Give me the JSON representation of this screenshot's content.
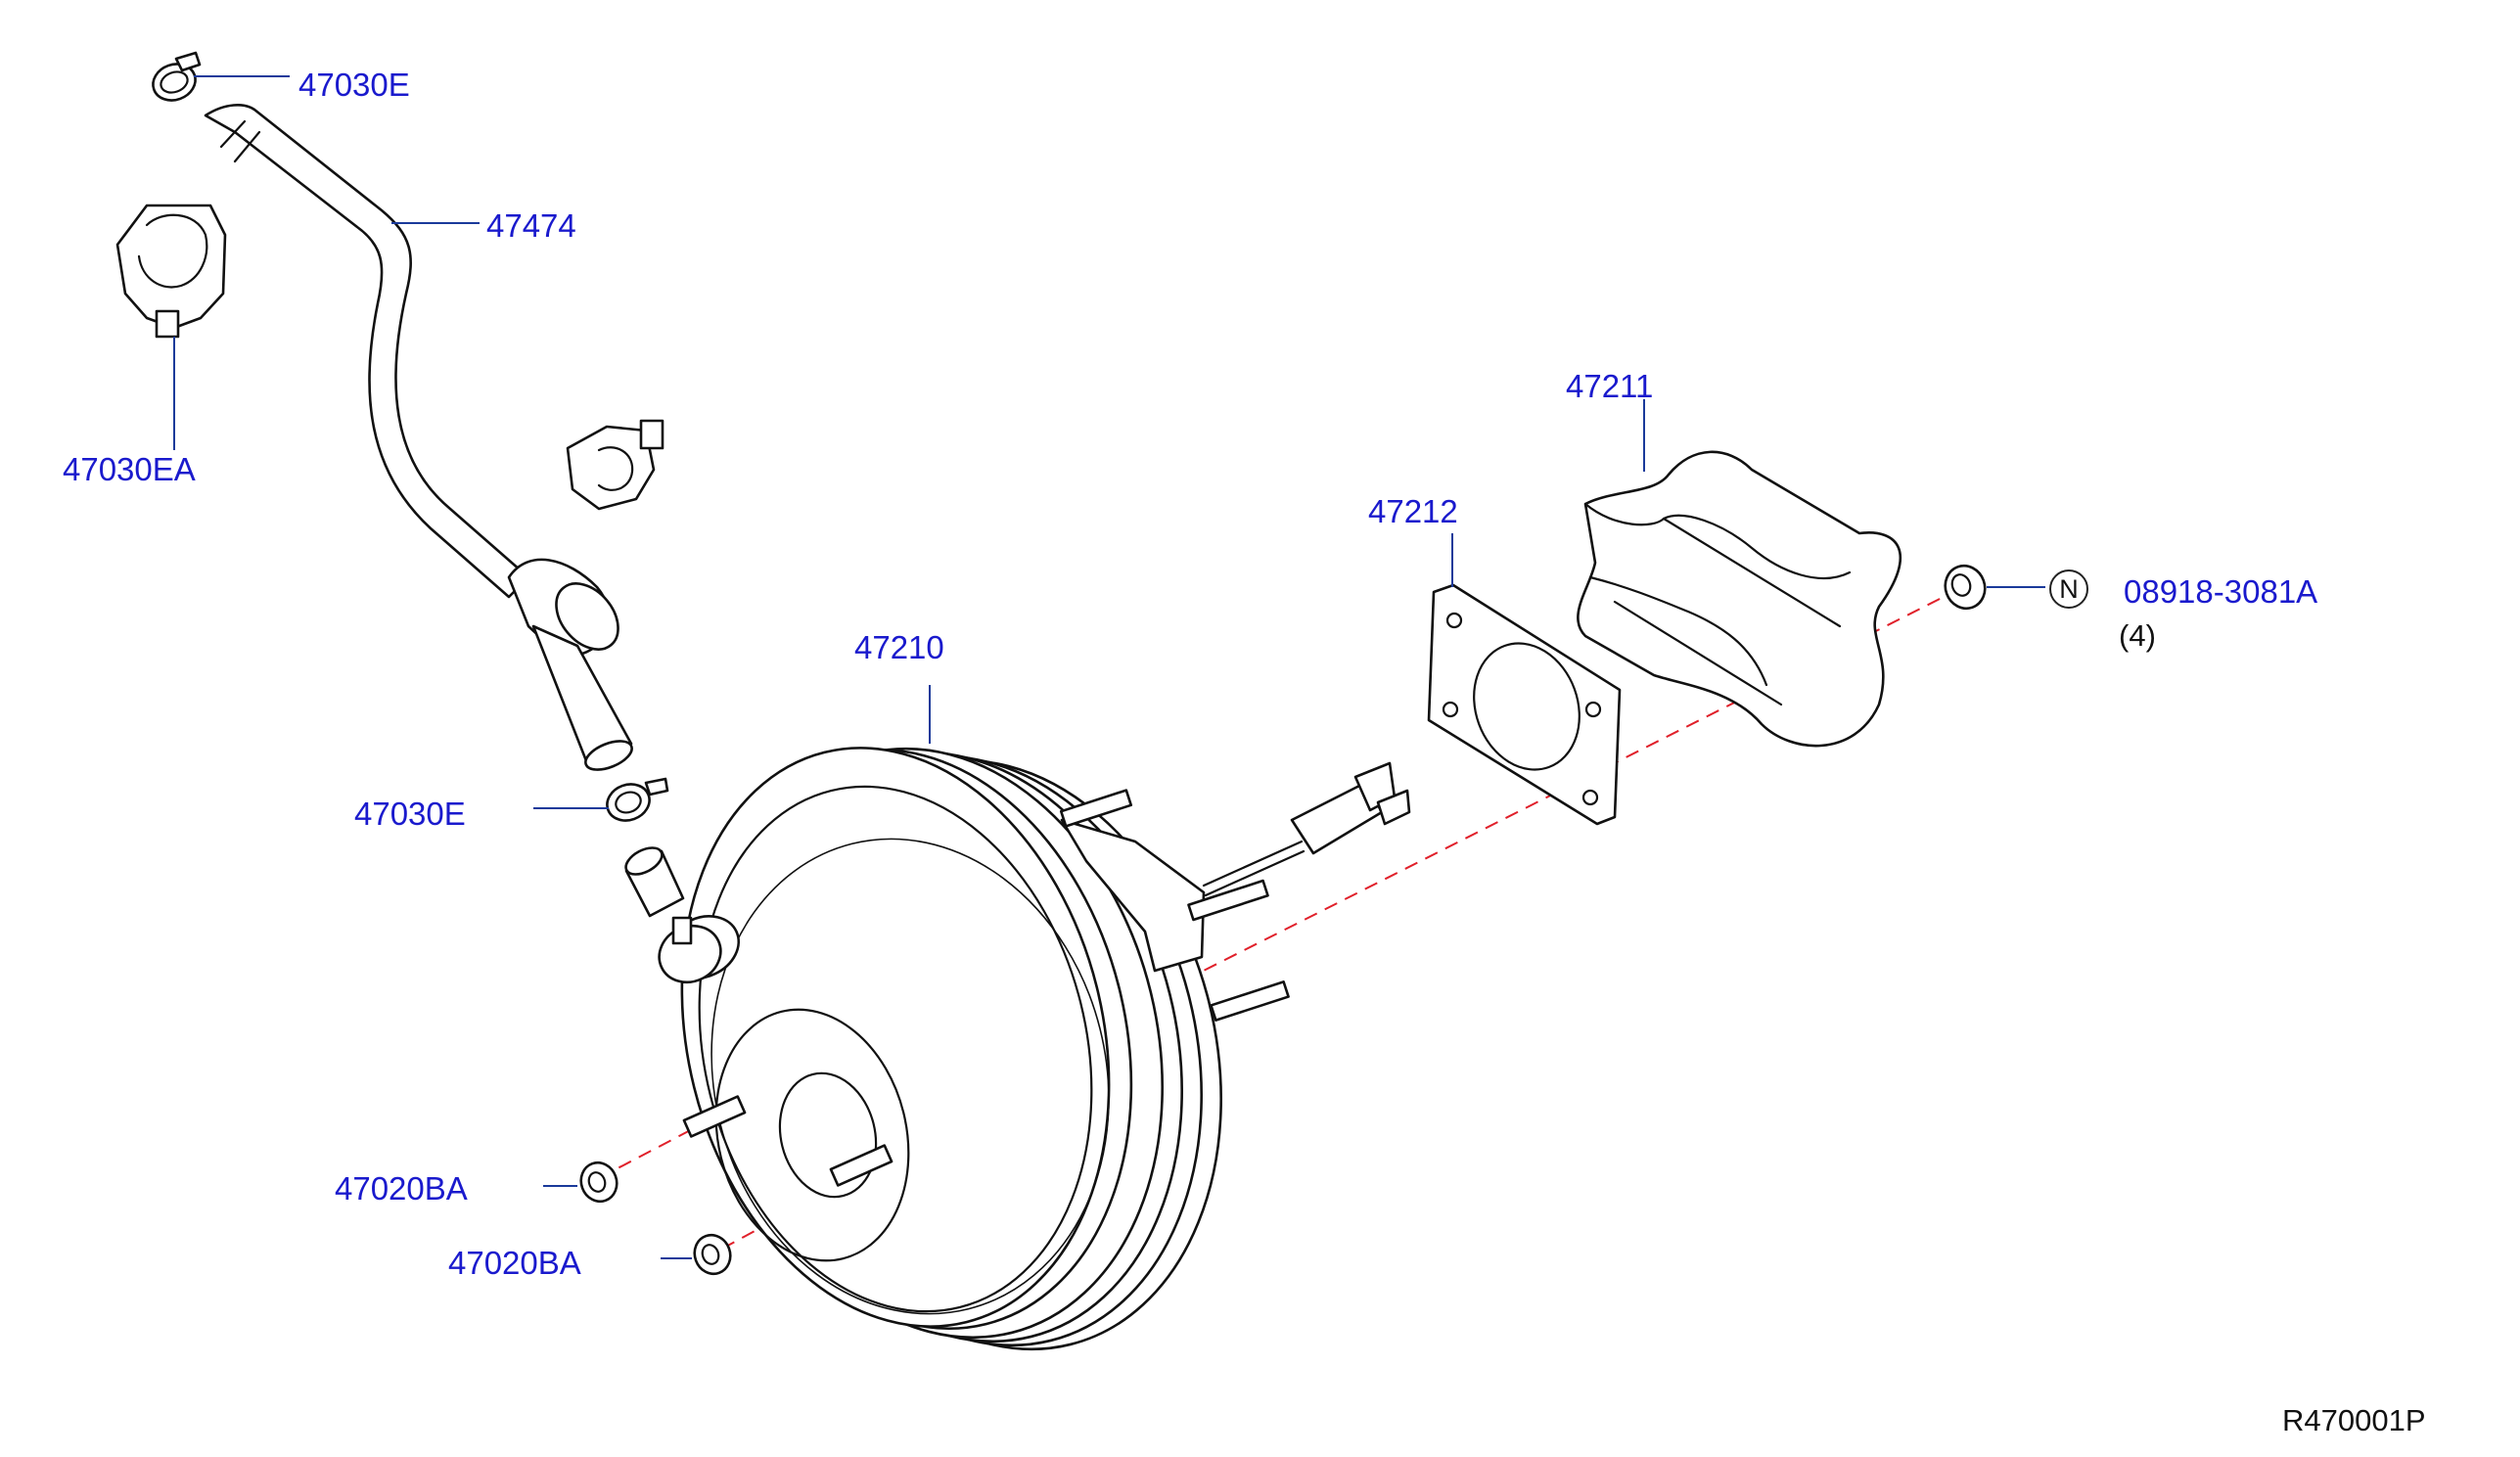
{
  "diagram": {
    "labels": {
      "clamp_top": "47030E",
      "hose": "47474",
      "clip": "47030EA",
      "booster": "47210",
      "clamp_lower": "47030E",
      "gasket": "47212",
      "insulator": "47211",
      "nut_part": "08918-3081A",
      "nut_qty": "(4)",
      "nut_upper": "47020BA",
      "nut_lower": "47020BA",
      "n_symbol": "N"
    },
    "drawing_code": "R470001P",
    "colors": {
      "label": "#1a1acd",
      "leader": "#1a3a9a",
      "centerline": "#e0202a",
      "outline": "#111111"
    }
  }
}
